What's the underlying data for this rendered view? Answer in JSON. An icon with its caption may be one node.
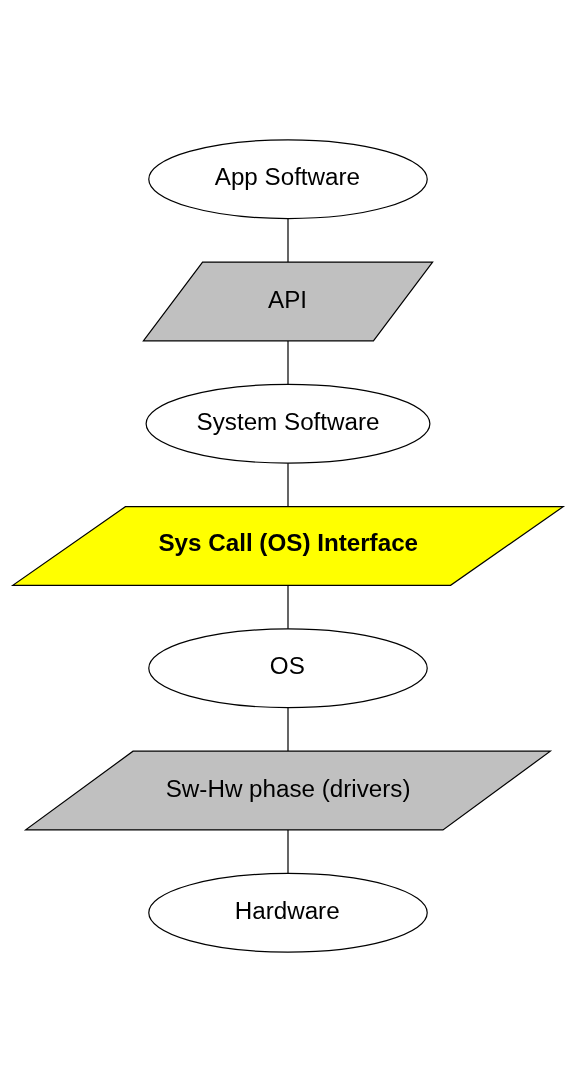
{
  "diagram": {
    "nodes": [
      {
        "text": [
          "App Software"
        ]
      },
      {
        "text": [
          "API"
        ]
      },
      {
        "text": [
          "System Software"
        ]
      },
      {
        "text": [
          "Sys Call (OS) Interface"
        ]
      },
      {
        "text": [
          "OS"
        ]
      },
      {
        "text": [
          "Sw-Hw phase (drivers)"
        ]
      },
      {
        "text": [
          "Hardware"
        ]
      }
    ],
    "edges": [
      {
        "from": 0,
        "to": 1,
        "arrow": "none"
      },
      {
        "from": 1,
        "to": 2,
        "arrow": "none"
      },
      {
        "from": 2,
        "to": 3,
        "arrow": "none"
      },
      {
        "from": 3,
        "to": 4,
        "arrow": "none"
      },
      {
        "from": 4,
        "to": 5,
        "arrow": "none"
      },
      {
        "from": 5,
        "to": 6,
        "arrow": "none"
      }
    ]
  }
}
